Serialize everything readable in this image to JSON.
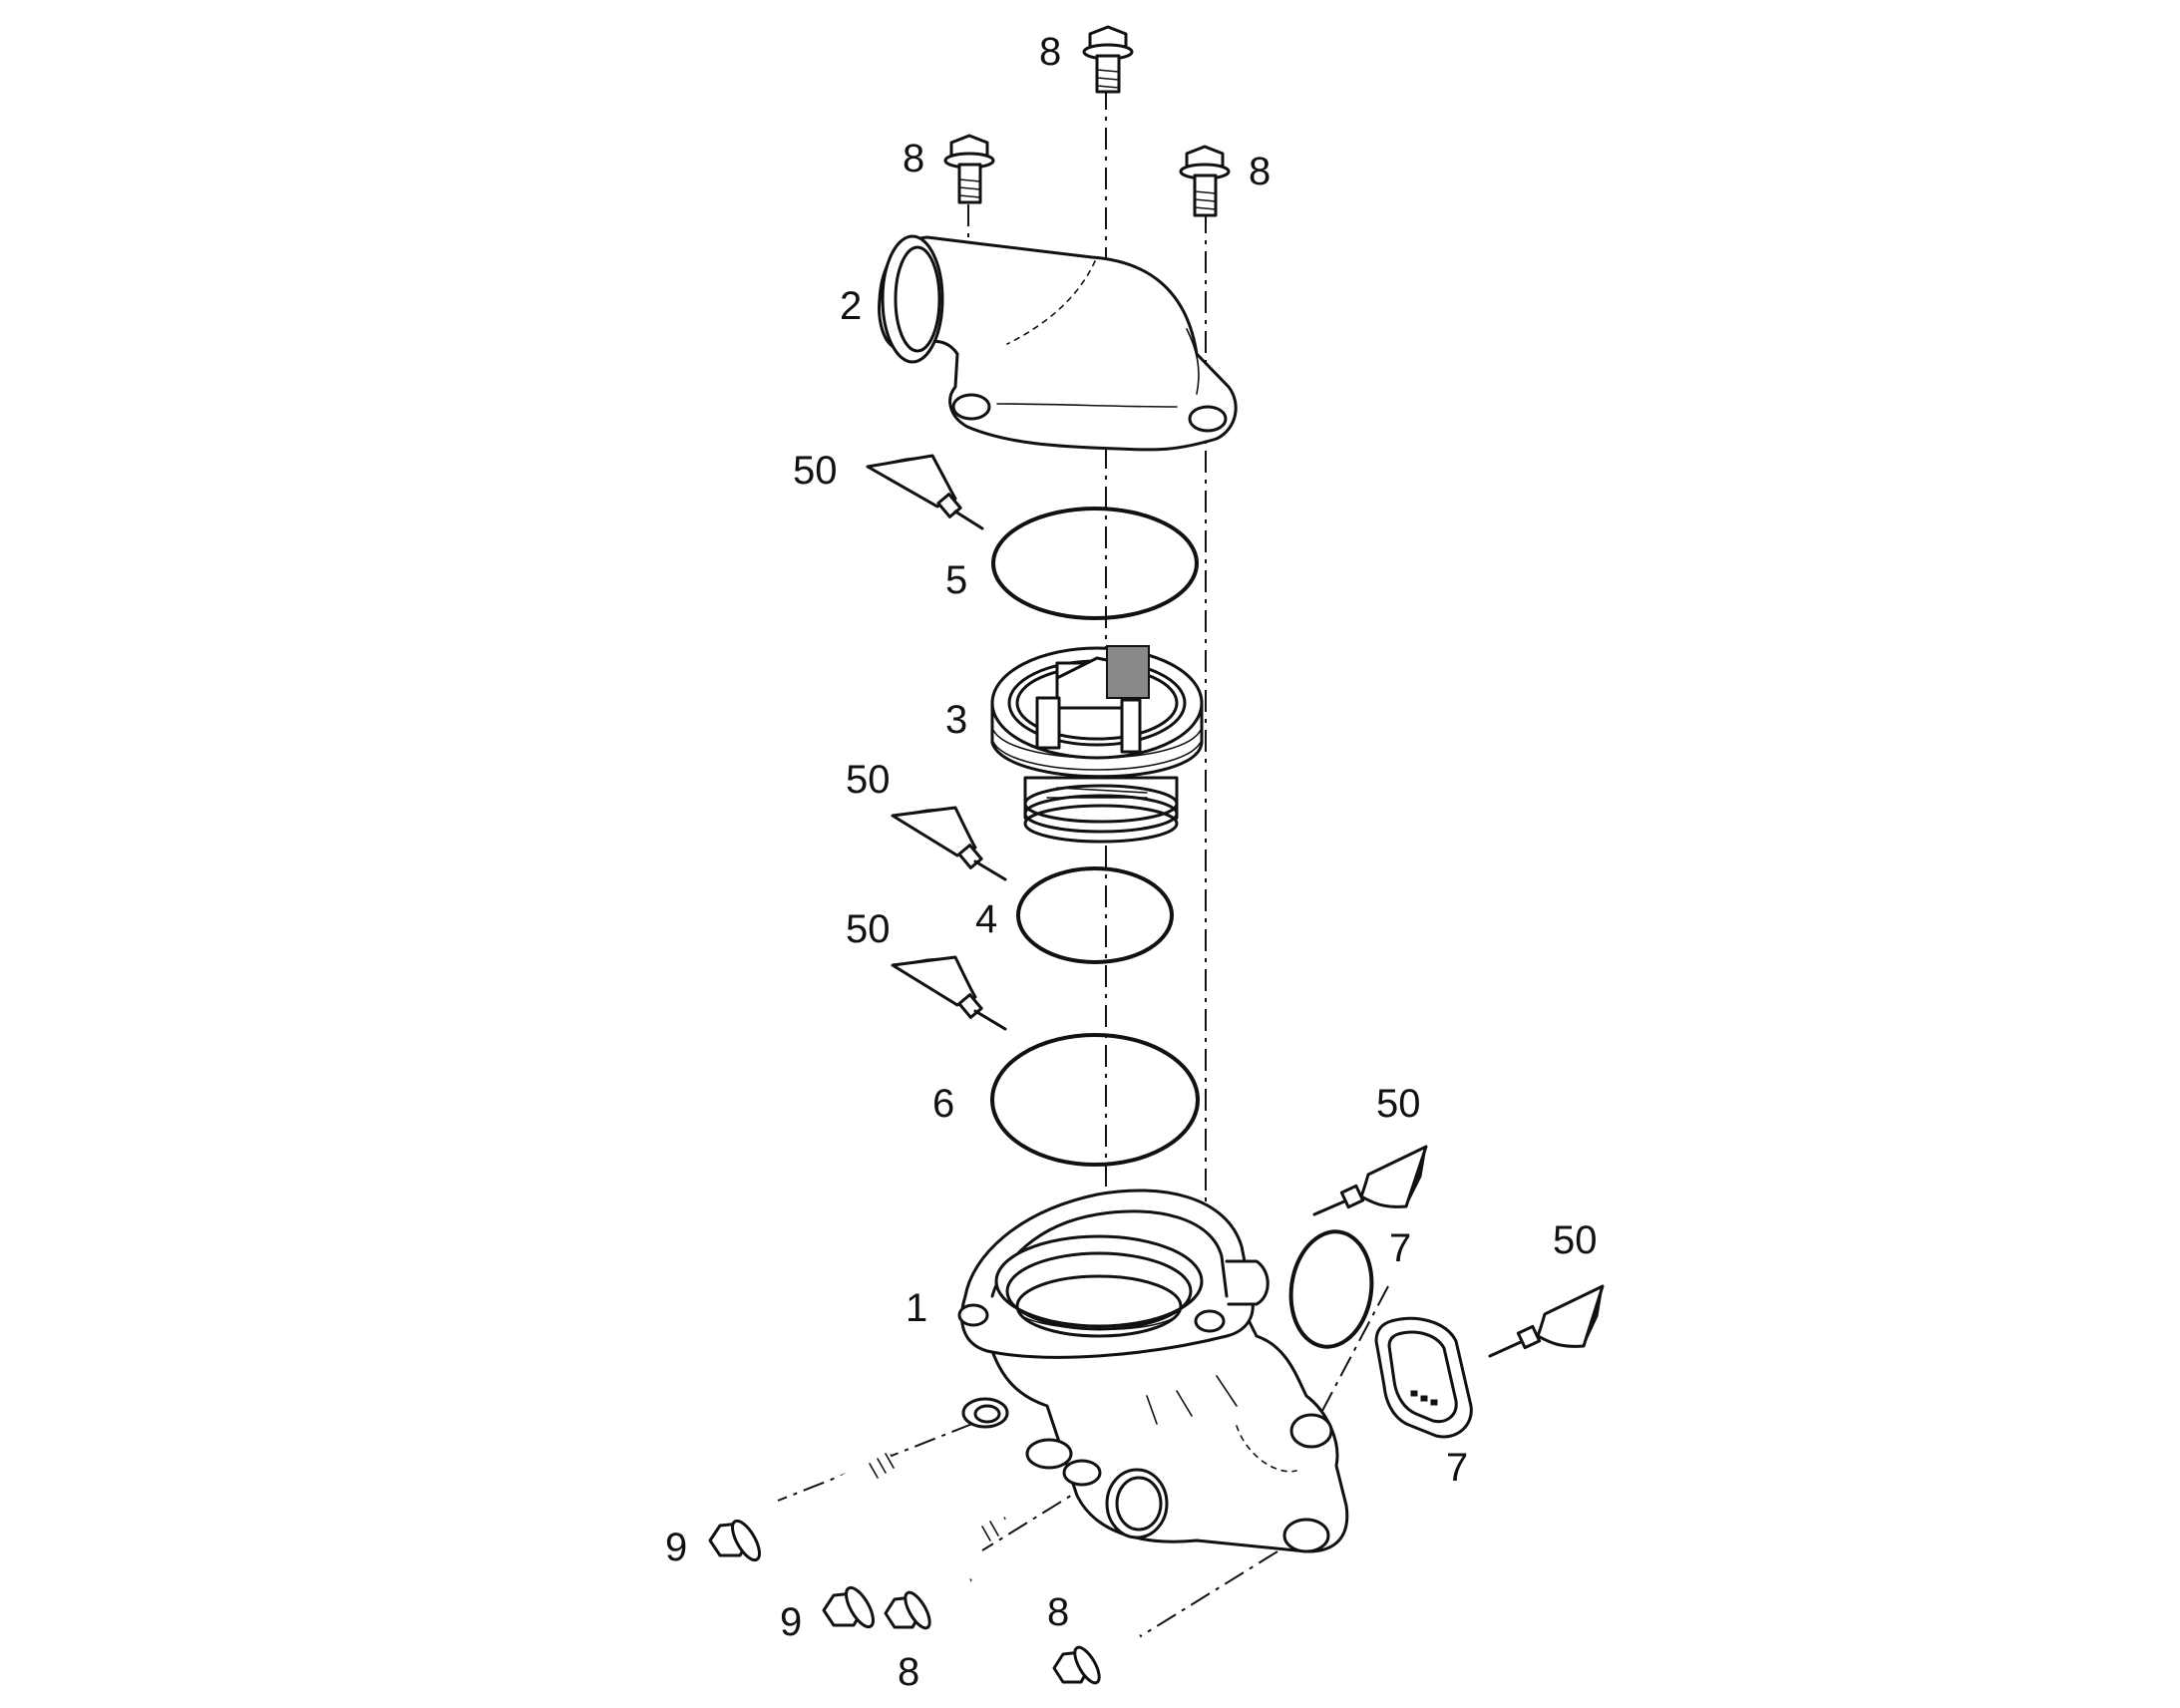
{
  "diagram": {
    "colors": {
      "line": "#111111",
      "background": "#ffffff"
    },
    "callouts": [
      {
        "id": "c8-top",
        "text": "8"
      },
      {
        "id": "c8-left",
        "text": "8"
      },
      {
        "id": "c8-right",
        "text": "8"
      },
      {
        "id": "c2",
        "text": "2"
      },
      {
        "id": "c50-a",
        "text": "50"
      },
      {
        "id": "c5",
        "text": "5"
      },
      {
        "id": "c3",
        "text": "3"
      },
      {
        "id": "c50-b",
        "text": "50"
      },
      {
        "id": "c4",
        "text": "4"
      },
      {
        "id": "c50-c",
        "text": "50"
      },
      {
        "id": "c6",
        "text": "6"
      },
      {
        "id": "c50-d",
        "text": "50"
      },
      {
        "id": "c7-upper",
        "text": "7"
      },
      {
        "id": "c50-e",
        "text": "50"
      },
      {
        "id": "c1",
        "text": "1"
      },
      {
        "id": "c7-lower",
        "text": "7"
      },
      {
        "id": "c9-left",
        "text": "9"
      },
      {
        "id": "c9-mid",
        "text": "9"
      },
      {
        "id": "c8-bottom-a",
        "text": "8"
      },
      {
        "id": "c8-bottom-b",
        "text": "8"
      }
    ]
  }
}
